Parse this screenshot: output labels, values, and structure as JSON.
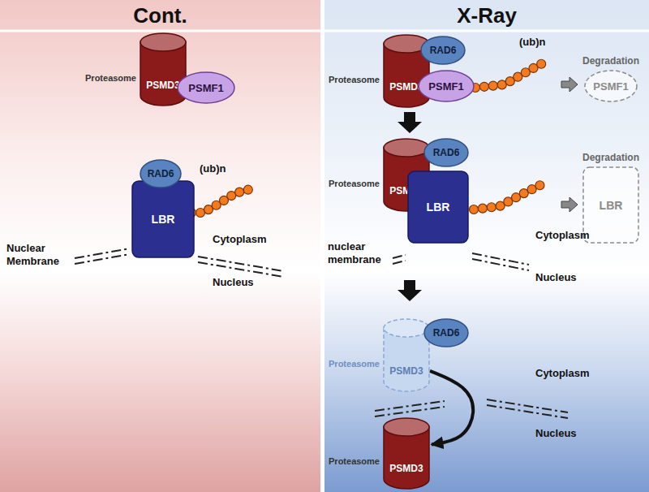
{
  "diagram": {
    "nodes": [
      {
        "text": [
          "Cont."
        ]
      },
      {
        "text": [
          "X-Ray"
        ]
      },
      {
        "text": [
          "Proteasome",
          "PSMD3"
        ],
        "in": 0
      },
      {
        "text": [
          "PSMF1"
        ],
        "in": 0
      },
      {
        "text": [
          "RAD6"
        ],
        "in": 0
      },
      {
        "text": [
          "LBR"
        ],
        "in": 0
      },
      {
        "text": [
          "Proteasome",
          "PSMD3"
        ],
        "in": 1
      },
      {
        "text": [
          "RAD6"
        ],
        "in": 1
      },
      {
        "text": [
          "PSMF1"
        ],
        "in": 1
      },
      {
        "text": [
          "Degradation",
          "PSMF1"
        ],
        "in": 1
      },
      {
        "text": [
          "Proteasome",
          "PSMD3"
        ],
        "in": 1
      },
      {
        "text": [
          "RAD6"
        ],
        "in": 1
      },
      {
        "text": [
          "LBR"
        ],
        "in": 1
      },
      {
        "text": [
          "Degradation",
          "LBR"
        ],
        "in": 1
      },
      {
        "text": [
          "Proteasome",
          "PSMD3"
        ],
        "in": 1
      },
      {
        "text": [
          "RAD6"
        ],
        "in": 1
      },
      {
        "text": [
          "Proteasome",
          "PSMD3"
        ],
        "in": 1
      }
    ],
    "edges": [
      {
        "from": 14,
        "to": 16,
        "arrow": "to"
      }
    ],
    "labels": [
      "(ub)n",
      "Cytoplasm",
      "Nuclear Membrane",
      "Nucleus",
      "(ub)n",
      "Cytoplasm",
      "nuclear membrane",
      "Nucleus",
      "Cytoplasm",
      "Nucleus"
    ]
  }
}
